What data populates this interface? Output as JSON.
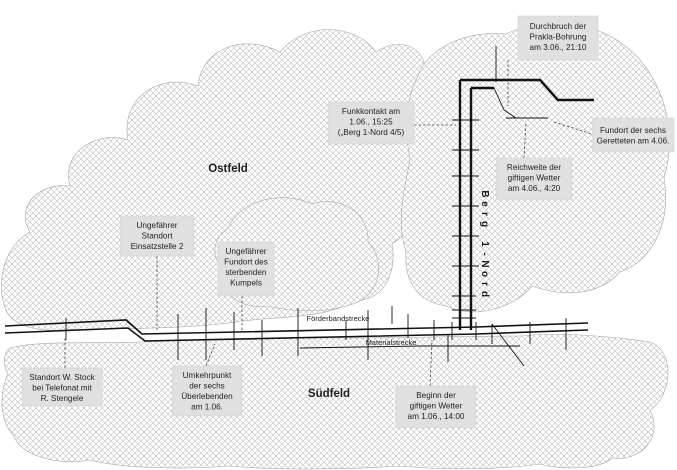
{
  "fields": {
    "ostfeld": "Ostfeld",
    "suedfeld": "Südfeld"
  },
  "shaft_label": "Berg 1-Nord",
  "strecken": {
    "foerderband": "Förderbandstrecke",
    "material": "Materialstrecke"
  },
  "callouts": {
    "durchbruch": [
      "Durchbruch der",
      "Prakla-Bohrung",
      "am 3.06., 21:10"
    ],
    "funkkontakt": [
      "Funkkontakt am",
      "1.06., 15:25",
      "(„Berg 1-Nord 4/5)"
    ],
    "fundort_sechs": [
      "Fundort der sechs",
      "Geretteten am 4.06."
    ],
    "reichweite": [
      "Reichweite der",
      "giftigen Wetter",
      "am 4.06., 4:20"
    ],
    "einsatzstelle": [
      "Ungefährer",
      "Standort",
      "Einsatzstelle 2"
    ],
    "fundort_kumpel": [
      "Ungefährer",
      "Fundort des",
      "sterbenden",
      "Kumpels"
    ],
    "stock": [
      "Standort W. Stock",
      "bei Telefonat mit",
      "R. Stengele"
    ],
    "umkehrpunkt": [
      "Umkehrpunkt",
      "der sechs",
      "Überlebenden",
      "am 1.06."
    ],
    "beginn": [
      "Beginn der",
      "giftigen Wetter",
      "am 1.06., 14:00"
    ]
  },
  "colors": {
    "background": "#ffffff",
    "hatch": "#bdbdbd",
    "region_outline": "#a8a8a8",
    "callout_box": "#e0e0e0",
    "tunnel": "#111111"
  }
}
